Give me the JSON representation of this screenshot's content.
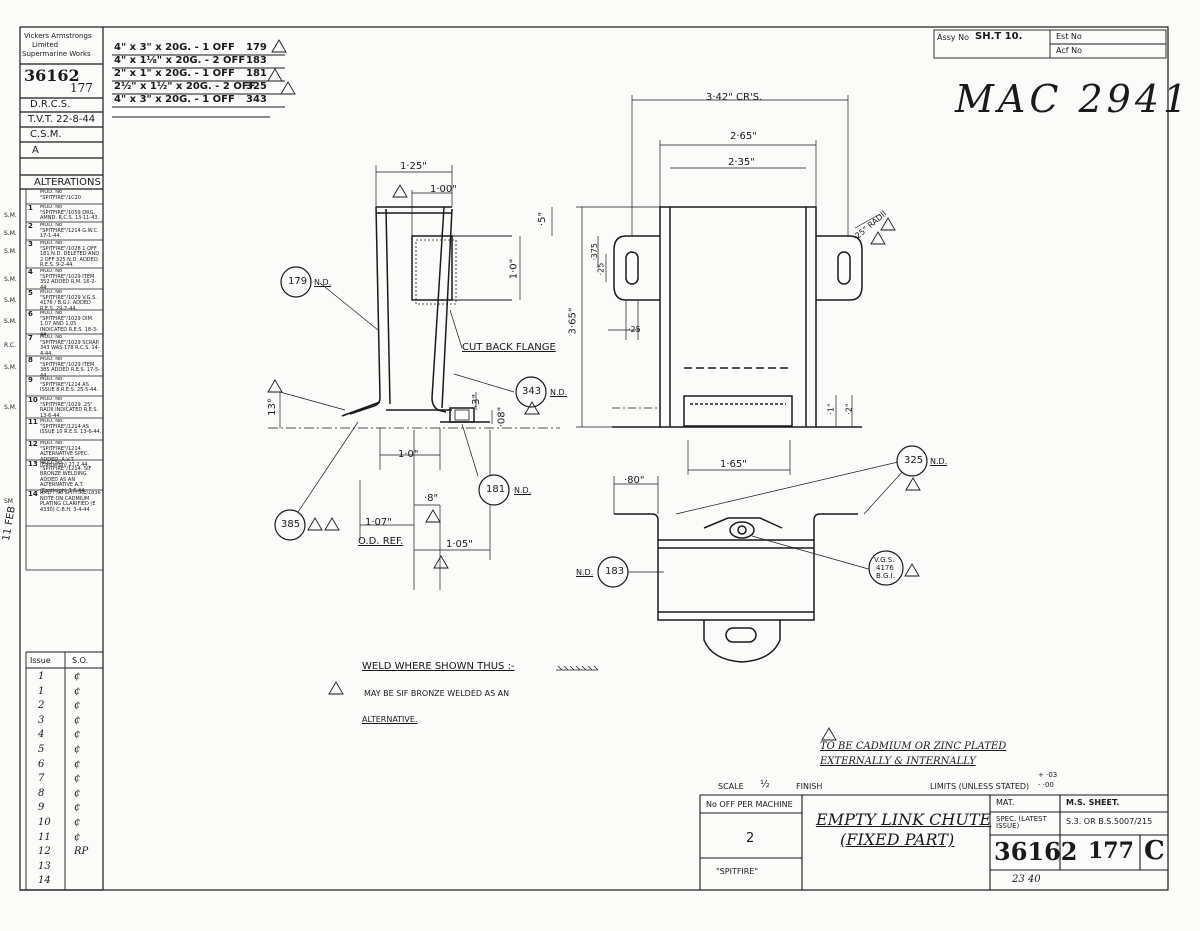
{
  "sidebar": {
    "company_lines": [
      "Vickers Armstrongs",
      "Limited",
      "Supermarine Works"
    ],
    "drawing_number": "36162",
    "sheet_ref": "177",
    "draughtsman_label": "D.R.C.S.",
    "tracer": "T.V.T. 22-8-44",
    "checker_label": "C.S.M.",
    "checker_value": "A",
    "alterations_title": "ALTERATIONS",
    "alterations": [
      {
        "num": "",
        "initials": "",
        "text": "MOD. No \"SPITFIRE\"/1C20"
      },
      {
        "num": "1",
        "initials": "S.M.",
        "text": "MOD. No \"SPITFIRE\"/1059 DRG. AMND. R.C.S. 13-11-43."
      },
      {
        "num": "2",
        "initials": "S.M.",
        "text": "MOD. No \"SPITFIRE\"/1214 G.W.C. 17-1-44."
      },
      {
        "num": "3",
        "initials": "S.M.",
        "text": "MOD. No \"SPITFIRE\"/1028 1 OFF 181 N.D. DELETED AND 2 OFF 325 N.D. ADDED. R.E.S. 9-2-44."
      },
      {
        "num": "4",
        "initials": "S.M.",
        "text": "MOD. No \"SPITFIRE\"/1029 ITEM 352 ADDED R.M. 16-2-44."
      },
      {
        "num": "5",
        "initials": "S.M.",
        "text": "MOD. No \"SPITFIRE\"/1029 V.G.S. 4176 / B.G.I. ADDED R.E.S. 29-2-44."
      },
      {
        "num": "6",
        "initials": "S.M.",
        "text": "MOD. No \"SPITFIRE\"/1029 DIM. 1.07 AND 1.05 INDICATED R.E.S. 18-3-44."
      },
      {
        "num": "7",
        "initials": "R.C.",
        "text": "MOD. No \"SPITFIRE\"/1029 SCRAP. 343 WAS 178 R.C.S. 14-4-44."
      },
      {
        "num": "8",
        "initials": "S.M.",
        "text": "MOD. No \"SPITFIRE\"/1029 ITEM 385 ADDED R.E.S. 17-5-44."
      },
      {
        "num": "9",
        "initials": "",
        "text": "MOD. No \"SPITFIRE\"/1214 AS ISSUE 8 R.E.S. 25-5-44."
      },
      {
        "num": "10",
        "initials": "S.M.",
        "text": "MOD. No \"SPITFIRE\"/1029 .25\" RADII INDICATED R.E.S. 13-6-44."
      },
      {
        "num": "11",
        "initials": "",
        "text": "MOD. No \"SPITFIRE\"/1214 AS ISSUE 10 R.E.S. 13-6-44."
      },
      {
        "num": "12",
        "initials": "",
        "text": "MOD. No \"SPITFIRE\"/1214. ALTERNATIVE SPEC. ADDED. A.V.T. (Eastleigh) 27.2.44."
      },
      {
        "num": "13",
        "initials": "",
        "text": "MOD. No \"SPITFIRE\"/1214. SIF BRONZE WELDING ADDED AS AN ALTERNATIVE A.T. (Eastleigh) 3.6.44."
      },
      {
        "num": "14",
        "initials": "SM",
        "text": "AMDT No SPITFIRE/1836 NOTE ON CADMIUM PLATING CLARIFIED (E 4330) C.B.H. 3-4-44"
      }
    ],
    "issue_table": {
      "headers": [
        "Issue",
        "S.O."
      ],
      "rows": [
        [
          "1",
          "¢"
        ],
        [
          "1",
          "¢"
        ],
        [
          "2",
          "¢"
        ],
        [
          "3",
          "¢"
        ],
        [
          "4",
          "¢"
        ],
        [
          "5",
          "¢"
        ],
        [
          "6",
          "¢"
        ],
        [
          "7",
          "¢"
        ],
        [
          "8",
          "¢"
        ],
        [
          "9",
          "¢"
        ],
        [
          "10",
          "¢"
        ],
        [
          "11",
          "¢"
        ],
        [
          "12",
          "RP"
        ],
        [
          "13",
          ""
        ],
        [
          "14",
          ""
        ]
      ]
    },
    "stamp": "11 FEB"
  },
  "material_list": [
    {
      "text": "4\" x 3\" x 20G. - 1 OFF",
      "item": "179"
    },
    {
      "text": "4\" x 1⅛\" x 20G. - 2 OFF",
      "item": "183"
    },
    {
      "text": "2\" x 1\" x 20G. - 1 OFF",
      "item": "181"
    },
    {
      "text": "2½\" x 1½\" x 20G. - 2 OFF",
      "item": "325"
    },
    {
      "text": "4\" x 3\" x 20G. - 1 OFF",
      "item": "343"
    }
  ],
  "top_right": {
    "assy_no_label": "Assy No",
    "sheet_value": "SH.T 10.",
    "est_label": "Est No",
    "acf_label": "Acf No",
    "handwritten_ref": "MAC 2941"
  },
  "left_view": {
    "dims": {
      "w_125": "1·25\"",
      "w_100": "1·00\"",
      "h_5": "·5\"",
      "h_10": "1·0\"",
      "h_13": "13°",
      "w_10": "1·0\"",
      "h_3": "·3\"",
      "h_08": "·08\"",
      "w_8": "·8\"",
      "w_107": "1·07\"",
      "od_ref": "O.D. REF.",
      "w_105": "1·05\""
    },
    "labels": {
      "cut_back": "CUT BACK FLANGE",
      "p179": "179",
      "p179_nd": "N.D.",
      "p343": "343",
      "p343_nd": "N.D.",
      "p181": "181",
      "p181_nd": "N.D.",
      "p385": "385"
    }
  },
  "right_view": {
    "dims": {
      "w_342": "3·42\" CR'S.",
      "w_265": "2·65\"",
      "w_235": "2·35\"",
      "h_365": "3·65\"",
      "h_375": "·375",
      "h_25a": "·25",
      "w_25": "·25",
      "radii": "·25\" RADII",
      "h_1": "·1\"",
      "h_2": "·2\"",
      "w_165": "1·65\""
    }
  },
  "plan_view": {
    "dims": {
      "w_80": "·80\""
    },
    "labels": {
      "p325": "325",
      "p325_nd": "N.D.",
      "p183": "183",
      "p183_nd": "N.D.",
      "vgs": "V.G.S.",
      "vgs_num": "4176",
      "bgi": "B.G.I."
    }
  },
  "notes": {
    "weld": "WELD WHERE SHOWN THUS :-",
    "bronze_line1": "MAY BE SIF BRONZE WELDED AS AN",
    "bronze_line2": "ALTERNATIVE.",
    "cadmium_line1": "TO BE CADMIUM OR ZINC PLATED",
    "cadmium_line2": "EXTERNALLY & INTERNALLY"
  },
  "title_block": {
    "scale_label": "SCALE",
    "scale_value": "½",
    "finish_label": "FINISH",
    "limits_label": "LIMITS (UNLESS STATED)",
    "limits_plus": "+ ·03",
    "limits_minus": "- ·00",
    "no_off_label": "No OFF PER MACHINE",
    "no_off_value": "2",
    "aircraft": "\"SPITFIRE\"",
    "title_line1": "EMPTY LINK CHUTE",
    "title_line2": "(FIXED PART)",
    "mat_label": "MAT.",
    "mat_value": "M.S. SHEET.",
    "spec_label": "SPEC. (LATEST ISSUE)",
    "spec_value": "S.3. OR B.S.5007/215",
    "drawing_number": "36162",
    "sheet_number": "177",
    "revision": "C",
    "footer_scribble": "23 40"
  }
}
